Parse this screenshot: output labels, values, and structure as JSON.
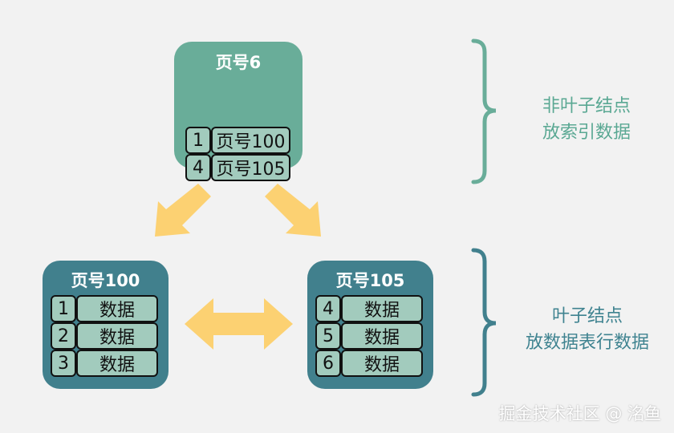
{
  "root_node": {
    "title": "页号6",
    "entries": [
      {
        "key": "1",
        "pointer": "页号100"
      },
      {
        "key": "4",
        "pointer": "页号105"
      }
    ]
  },
  "leaf_left": {
    "title": "页号100",
    "records": [
      {
        "key": "1",
        "value": "数据"
      },
      {
        "key": "2",
        "value": "数据"
      },
      {
        "key": "3",
        "value": "数据"
      }
    ]
  },
  "leaf_right": {
    "title": "页号105",
    "records": [
      {
        "key": "4",
        "value": "数据"
      },
      {
        "key": "5",
        "value": "数据"
      },
      {
        "key": "6",
        "value": "数据"
      }
    ]
  },
  "annotations": {
    "non_leaf_line1": "非叶子结点",
    "non_leaf_line2": "放索引数据",
    "leaf_line1": "叶子结点",
    "leaf_line2": "放数据表行数据"
  },
  "watermark": "掘金技术社区 @ 洺鱼",
  "colors": {
    "root_fill": "#69ad99",
    "leaf_fill": "#41808d",
    "cell_fill": "#a2cbbd",
    "arrow": "#fcd172",
    "brace_top": "#69ad99",
    "brace_bottom": "#41808d"
  }
}
